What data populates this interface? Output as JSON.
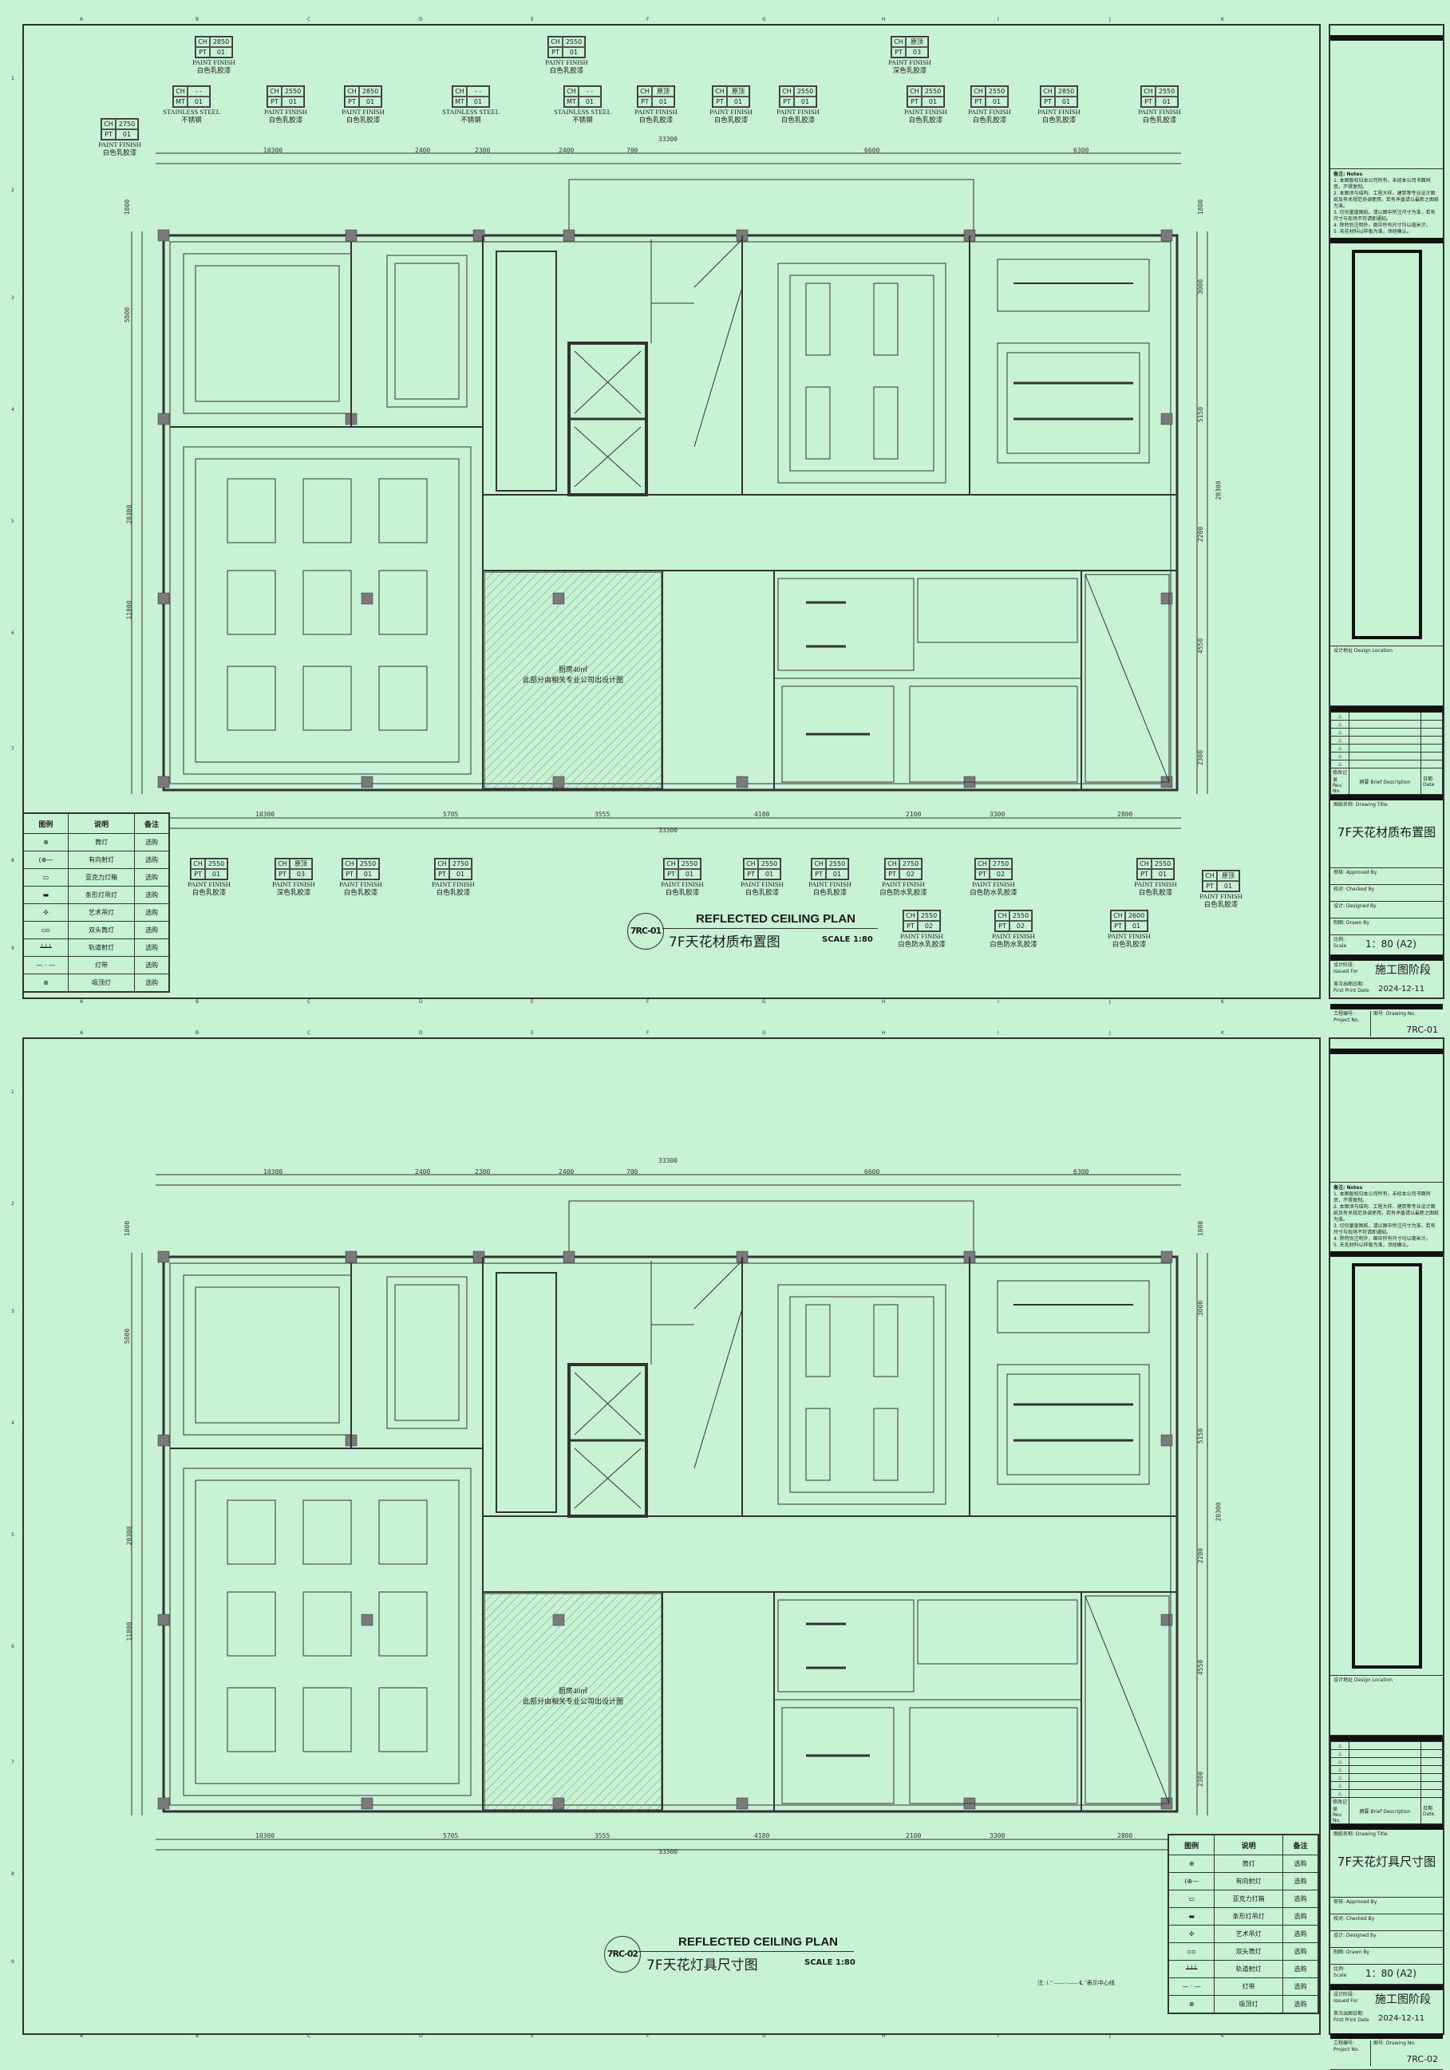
{
  "grid_cols": [
    "A",
    "B",
    "C",
    "D",
    "E",
    "F",
    "G",
    "H",
    "I",
    "J",
    "K"
  ],
  "grid_rows": [
    "1",
    "2",
    "3",
    "4",
    "5",
    "6",
    "7",
    "8",
    "9"
  ],
  "notes": {
    "title": "备注: Notes",
    "items": [
      "1. 本图版权归本公司所有，未经本公司书面同意，不得复制。",
      "2. 本图须与结构、工程大样、建筑等专业设计图纸及有关规范协调使用，若有矛盾请以最新之图纸为准。",
      "3. 切勿量度图纸，请以图中所注尺寸为准，若有尺寸与现场不符请即通知。",
      "4. 除特别注明外，图中所有尺寸均以毫米计。",
      "5. 天花材料以样板为准，须经确认。"
    ]
  },
  "title_block_labels": {
    "design_location": "设计地址 Design Location",
    "rev_no": "修改记录 Rev. No.",
    "brief": "摘要 Brief Description",
    "date": "日期 Date",
    "drawing_title": "图纸名称: Drawing Title",
    "approved": "审核: Approved By",
    "checked": "校对: Checked By",
    "designed": "设计: Designed By",
    "drawn": "制图: Drawn By",
    "scale": "比例: Scale",
    "issued": "设计阶段: Issued For",
    "first_print": "首次出图日期: First Print Date",
    "project_no": "工程编号: Project No.",
    "drawing_no": "图号: Drawing No."
  },
  "sheets": [
    {
      "drawing_title": "7F天花材质布置图",
      "scale": "1：80 (A2)",
      "issued_for": "施工图阶段",
      "first_print_date": "2024-12-11",
      "drawing_no": "7RC-01",
      "plan_code": "7RC-01",
      "plan_title_en": "REFLECTED CEILING PLAN",
      "plan_title_cn": "7F天花材质布置图",
      "plan_scale": "SCALE 1:80"
    },
    {
      "drawing_title": "7F天花灯具尺寸图",
      "scale": "1：80 (A2)",
      "issued_for": "施工图阶段",
      "first_print_date": "2024-12-11",
      "drawing_no": "7RC-02",
      "plan_code": "7RC-02",
      "plan_title_en": "REFLECTED CEILING PLAN",
      "plan_title_cn": "7F天花灯具尺寸图",
      "plan_scale": "SCALE 1:80",
      "note": "注: 1.\" ——·—— ℄ \"表示中心线"
    }
  ],
  "legend": {
    "headers": [
      "图例",
      "说明",
      "备注"
    ],
    "rows": [
      {
        "icon": "downlight-icon",
        "desc": "筒灯",
        "remark": "选购"
      },
      {
        "icon": "directional-spotlight-icon",
        "desc": "有向射灯",
        "remark": "选购"
      },
      {
        "icon": "acrylic-lightbox-icon",
        "desc": "亚克力灯箱",
        "remark": "选购"
      },
      {
        "icon": "linear-pendant-icon",
        "desc": "条形灯吊灯",
        "remark": "选购"
      },
      {
        "icon": "art-chandelier-icon",
        "desc": "艺术吊灯",
        "remark": "选购"
      },
      {
        "icon": "double-downlight-icon",
        "desc": "双头筒灯",
        "remark": "选购"
      },
      {
        "icon": "track-spotlight-icon",
        "desc": "轨道射灯",
        "remark": "选购"
      },
      {
        "icon": "light-strip-icon",
        "desc": "灯带",
        "remark": "选购"
      },
      {
        "icon": "ceiling-light-icon",
        "desc": "吸顶灯",
        "remark": "选购"
      }
    ]
  },
  "room": {
    "name": "厨房40㎡",
    "note": "此部分由相关专业公司出设计图"
  },
  "dims": {
    "top": [
      "10300",
      "2400",
      "2300",
      "2400",
      "700",
      "6600",
      "6300"
    ],
    "bottom": [
      "10300",
      "5705",
      "3555",
      "4180",
      "2100",
      "3300",
      "2800"
    ],
    "total": "33300",
    "left": [
      "1800",
      "5800",
      "20300",
      "11800"
    ],
    "right": [
      "1800",
      "3000",
      "5150",
      "20300",
      "2200",
      "4550",
      "2300"
    ]
  },
  "tags_top": [
    {
      "ch": "2850",
      "code": "PT",
      "no": "01",
      "en": "PAINT FINISH",
      "cn": "白色乳胶漆"
    },
    {
      "ch": "- -",
      "code": "MT",
      "no": "01",
      "en": "STAINLESS STEEL",
      "cn": "不锈钢"
    },
    {
      "ch": "2750",
      "code": "PT",
      "no": "01",
      "en": "PAINT FINISH",
      "cn": "白色乳胶漆"
    },
    {
      "ch": "2550",
      "code": "PT",
      "no": "01",
      "en": "PAINT FINISH",
      "cn": "白色乳胶漆"
    },
    {
      "ch": "2850",
      "code": "PT",
      "no": "01",
      "en": "PAINT FINISH",
      "cn": "白色乳胶漆"
    },
    {
      "ch": "- -",
      "code": "MT",
      "no": "01",
      "en": "STAINLESS STEEL",
      "cn": "不锈钢"
    },
    {
      "ch": "2550",
      "code": "PT",
      "no": "01",
      "en": "PAINT FINISH",
      "cn": "白色乳胶漆"
    },
    {
      "ch": "- -",
      "code": "MT",
      "no": "01",
      "en": "STAINLESS STEEL",
      "cn": "不锈钢"
    },
    {
      "ch": "原顶",
      "code": "PT",
      "no": "01",
      "en": "PAINT FINISH",
      "cn": "白色乳胶漆"
    },
    {
      "ch": "原顶",
      "code": "PT",
      "no": "01",
      "en": "PAINT FINISH",
      "cn": "白色乳胶漆"
    },
    {
      "ch": "2550",
      "code": "PT",
      "no": "01",
      "en": "PAINT FINISH",
      "cn": "白色乳胶漆"
    },
    {
      "ch": "原顶",
      "code": "PT",
      "no": "03",
      "en": "PAINT FINISH",
      "cn": "深色乳胶漆"
    },
    {
      "ch": "2550",
      "code": "PT",
      "no": "01",
      "en": "PAINT FINISH",
      "cn": "白色乳胶漆"
    },
    {
      "ch": "2550",
      "code": "PT",
      "no": "01",
      "en": "PAINT FINISH",
      "cn": "白色乳胶漆"
    },
    {
      "ch": "2850",
      "code": "PT",
      "no": "01",
      "en": "PAINT FINISH",
      "cn": "白色乳胶漆"
    },
    {
      "ch": "2550",
      "code": "PT",
      "no": "01",
      "en": "PAINT FINISH",
      "cn": "白色乳胶漆"
    }
  ],
  "tags_bottom": [
    {
      "ch": "2550",
      "code": "PT",
      "no": "01",
      "en": "PAINT FINISH",
      "cn": "白色乳胶漆"
    },
    {
      "ch": "原顶",
      "code": "PT",
      "no": "03",
      "en": "PAINT FINISH",
      "cn": "深色乳胶漆"
    },
    {
      "ch": "2550",
      "code": "PT",
      "no": "01",
      "en": "PAINT FINISH",
      "cn": "白色乳胶漆"
    },
    {
      "ch": "2750",
      "code": "PT",
      "no": "01",
      "en": "PAINT FINISH",
      "cn": "白色乳胶漆"
    },
    {
      "ch": "2550",
      "code": "PT",
      "no": "01",
      "en": "PAINT FINISH",
      "cn": "白色乳胶漆"
    },
    {
      "ch": "2550",
      "code": "PT",
      "no": "01",
      "en": "PAINT FINISH",
      "cn": "白色乳胶漆"
    },
    {
      "ch": "2550",
      "code": "PT",
      "no": "01",
      "en": "PAINT FINISH",
      "cn": "白色乳胶漆"
    },
    {
      "ch": "2750",
      "code": "PT",
      "no": "02",
      "en": "PAINT FINISH",
      "cn": "白色防水乳胶漆"
    },
    {
      "ch": "2750",
      "code": "PT",
      "no": "02",
      "en": "PAINT FINISH",
      "cn": "白色防水乳胶漆"
    },
    {
      "ch": "2550",
      "code": "PT",
      "no": "01",
      "en": "PAINT FINISH",
      "cn": "白色乳胶漆"
    },
    {
      "ch": "原顶",
      "code": "PT",
      "no": "01",
      "en": "PAINT FINISH",
      "cn": "白色乳胶漆"
    },
    {
      "ch": "2550",
      "code": "PT",
      "no": "02",
      "en": "PAINT FINISH",
      "cn": "白色防水乳胶漆"
    },
    {
      "ch": "2550",
      "code": "PT",
      "no": "02",
      "en": "PAINT FINISH",
      "cn": "白色防水乳胶漆"
    },
    {
      "ch": "2600",
      "code": "PT",
      "no": "01",
      "en": "PAINT FINISH",
      "cn": "白色乳胶漆"
    }
  ],
  "colors": {
    "background": "#c8f2d4",
    "line": "#333333",
    "column": "#7a7a7a"
  }
}
